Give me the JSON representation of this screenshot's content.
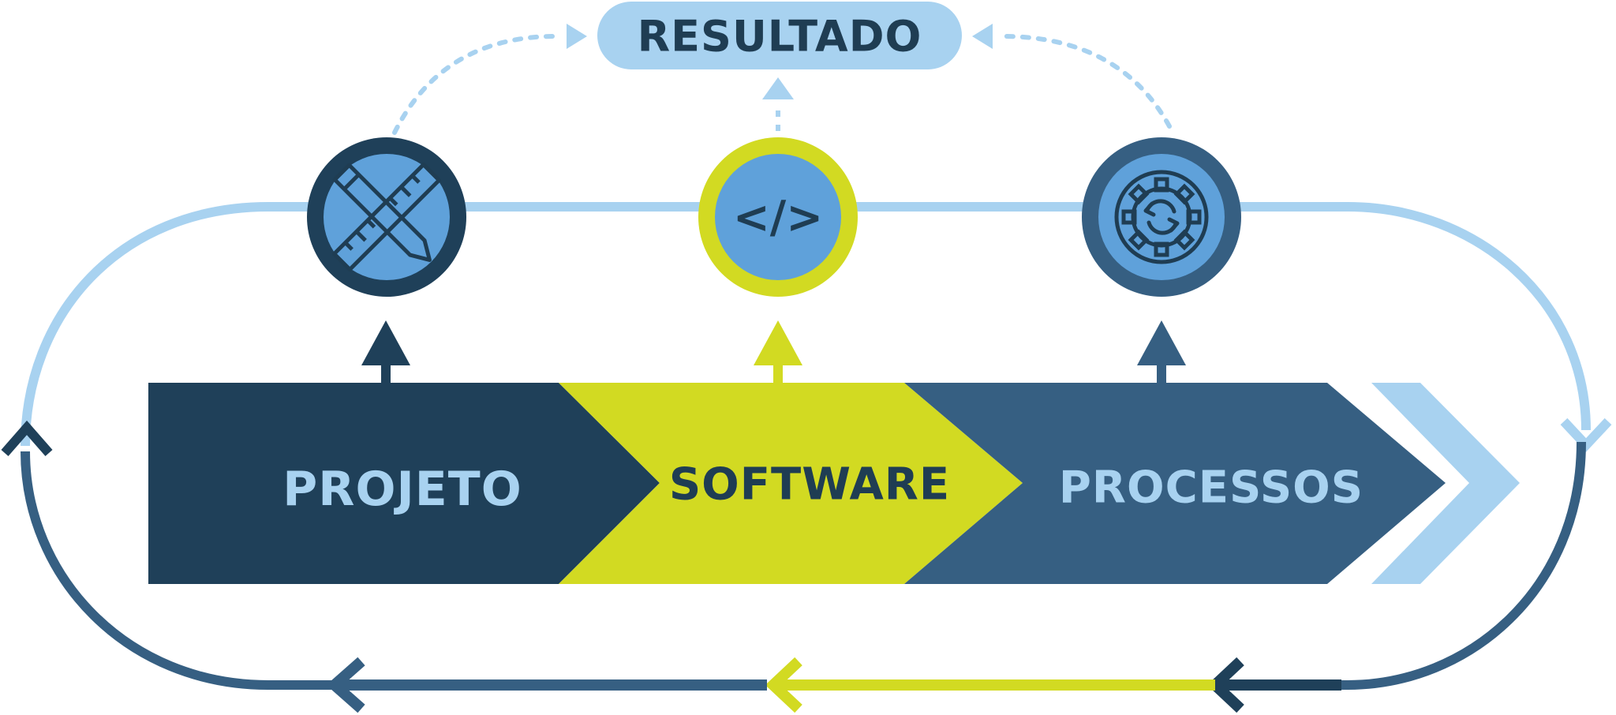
{
  "diagram": {
    "result_label": "RESULTADO",
    "stages": [
      {
        "label": "PROJETO",
        "icon": "ruler-pencil-icon"
      },
      {
        "label": "SOFTWARE",
        "icon": "code-icon",
        "icon_text": "</>"
      },
      {
        "label": "PROCESSOS",
        "icon": "gear-cycle-icon"
      }
    ]
  },
  "colors": {
    "navy": "#1F4059",
    "steel": "#365F82",
    "lime": "#D2DA22",
    "light_blue": "#A8D2F0",
    "mid_blue": "#5FA1DA",
    "dark_text": "#1F3D53"
  }
}
